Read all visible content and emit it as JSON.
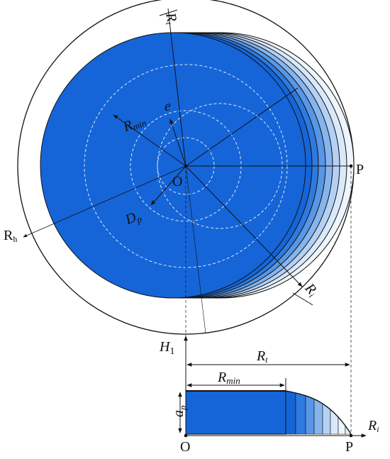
{
  "colors": {
    "background": "#ffffff",
    "fill_main": "#1565d8",
    "bands": [
      "#1565d8",
      "#2f7ae0",
      "#5797e6",
      "#86b5ee",
      "#b4d1f5",
      "#dae9fa",
      "#eef5fd"
    ],
    "line": "#111111",
    "dash": "#dde8f7"
  },
  "labels": {
    "Rt_main": "R",
    "Rt_main_sub": "t",
    "Rmin_main": "R",
    "Rmin_main_sub": "min",
    "e": "e",
    "O_main": "O",
    "P_main": "P",
    "Dp": "D",
    "Dp_sub": "p",
    "Rh": "R",
    "Rh_sub": "h",
    "Ri_main": "R",
    "Ri_main_sub": "i",
    "H1": "H",
    "H1_sub": "1",
    "Rt_lower": "R",
    "Rt_lower_sub": "t",
    "Rmin_lower": "R",
    "Rmin_lower_sub": "min",
    "ap": "a",
    "ap_sub": "p",
    "O_lower": "O",
    "P_lower": "P",
    "Ri_lower": "R",
    "Ri_lower_sub": "i"
  }
}
